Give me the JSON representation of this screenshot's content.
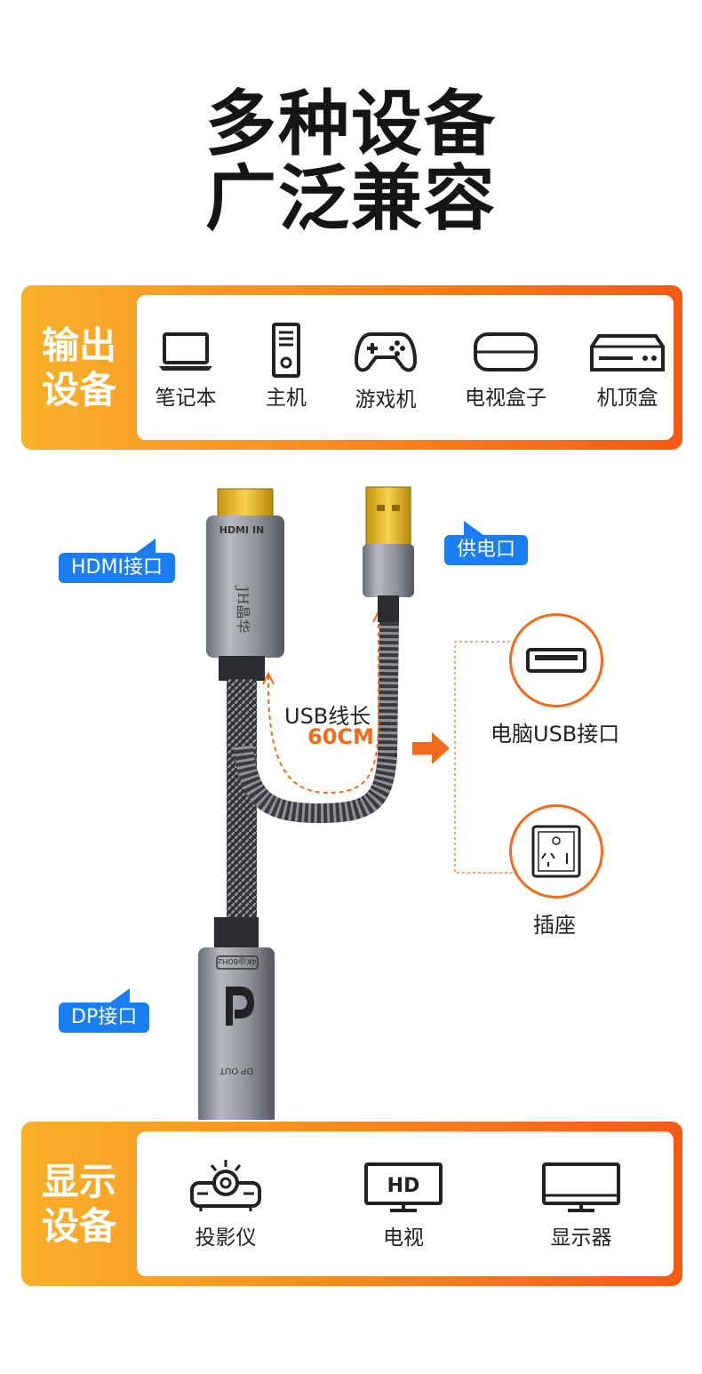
{
  "headline": {
    "line1": "多种设备",
    "line2": "广泛兼容"
  },
  "output_panel": {
    "label_line1": "输出",
    "label_line2": "设备",
    "devices": [
      {
        "icon": "laptop-icon",
        "label": "笔记本"
      },
      {
        "icon": "desktop-tower-icon",
        "label": "主机"
      },
      {
        "icon": "gamepad-icon",
        "label": "游戏机"
      },
      {
        "icon": "tv-box-icon",
        "label": "电视盒子"
      },
      {
        "icon": "set-top-box-icon",
        "label": "机顶盒"
      }
    ]
  },
  "product": {
    "hdmi_tag": "HDMI接口",
    "power_tag": "供电口",
    "dp_tag": "DP接口",
    "usb_length_label": "USB线长",
    "usb_length_value": "60CM",
    "hdmi_plug_text": "HDMI IN",
    "brand_text": "JH晶华",
    "dp_spec_text": "4K@60Hz",
    "dp_out_text": "DP OUT",
    "power_sources": [
      {
        "icon": "usb-port-icon",
        "label": "电脑USB接口"
      },
      {
        "icon": "wall-socket-icon",
        "label": "插座"
      }
    ]
  },
  "display_panel": {
    "label_line1": "显示",
    "label_line2": "设备",
    "devices": [
      {
        "icon": "projector-icon",
        "label": "投影仪"
      },
      {
        "icon": "hd-tv-icon",
        "label": "电视",
        "icon_text": "HD"
      },
      {
        "icon": "monitor-icon",
        "label": "显示器"
      }
    ]
  },
  "colors": {
    "panel_gradient_start": "#f9b02a",
    "panel_gradient_end": "#f45a14",
    "tag_blue": "#1b7ef0",
    "accent_orange": "#f26b1b"
  }
}
